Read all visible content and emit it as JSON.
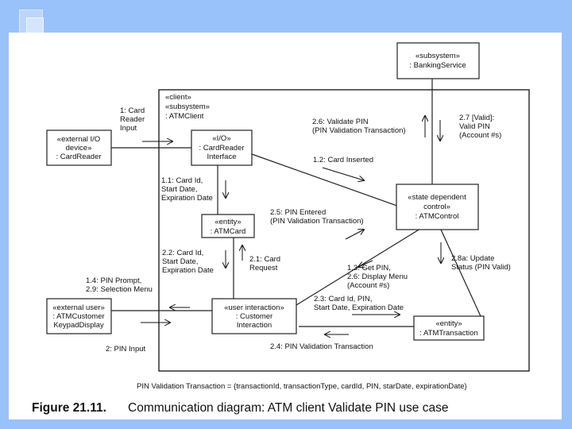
{
  "diagram": {
    "caption": {
      "label": "Figure 21.11.",
      "text": "Communication diagram: ATM client Validate PIN use case"
    },
    "footnote": "PIN Validation Transaction = {transactionId, transactionType, cardId, PIN, starDate, expirationDate}",
    "objects": {
      "banking": {
        "line1": "«subsystem»",
        "line2": ": BankingService"
      },
      "client_boundary": {
        "line1": "«client»",
        "line2": "«subsystem»",
        "line3": ": ATMClient"
      },
      "ext_device": {
        "line1": "«external I/O",
        "line2": "device»",
        "line3": ": CardReader"
      },
      "cardreader_if": {
        "line1": "«I/O»",
        "line2": ": CardReader",
        "line3": "Interface"
      },
      "atmcard": {
        "line1": "«entity»",
        "line2": ": ATMCard"
      },
      "atmcontrol": {
        "line1": "«state dependent",
        "line2": "control»",
        "line3": ": ATMControl"
      },
      "ext_user": {
        "line1": "«external user»",
        "line2": ": ATMCustomer",
        "line3": "KeypadDisplay"
      },
      "customer_if": {
        "line1": "«user interaction»",
        "line2": ": Customer",
        "line3": "Interaction"
      },
      "atmtransaction": {
        "line1": "«entity»",
        "line2": ": ATMTransaction"
      }
    },
    "messages": {
      "m1": [
        "1: Card",
        "Reader",
        "Input"
      ],
      "m11": [
        "1.1: Card Id,",
        "Start Date,",
        "Expiration Date"
      ],
      "m12": [
        "1.2: Card Inserted"
      ],
      "m13": [
        "1.3: Get PIN,",
        "2.6: Display Menu",
        "(Account #s)"
      ],
      "m14": [
        "1.4: PIN Prompt,",
        "2.9: Selection Menu"
      ],
      "m2": [
        "2: PIN Input"
      ],
      "m21": [
        "2.1: Card",
        "Request"
      ],
      "m22": [
        "2.2: Card Id,",
        "Start Date,",
        "Expiration Date"
      ],
      "m23": [
        "2.3: Card Id, PIN,",
        "Start Date, Expiration Date"
      ],
      "m24": [
        "2.4: PIN Validation Transaction"
      ],
      "m25": [
        "2.5: PIN Entered",
        "(PIN Validation Transaction)"
      ],
      "m26": [
        "2.6: Validate PIN",
        "(PIN Validation Transaction)"
      ],
      "m27": [
        "2.7 [Valid]:",
        "Valid PIN",
        "(Account #s)"
      ],
      "m28a": [
        "2.8a: Update",
        "Status (PIN Valid)"
      ]
    }
  }
}
